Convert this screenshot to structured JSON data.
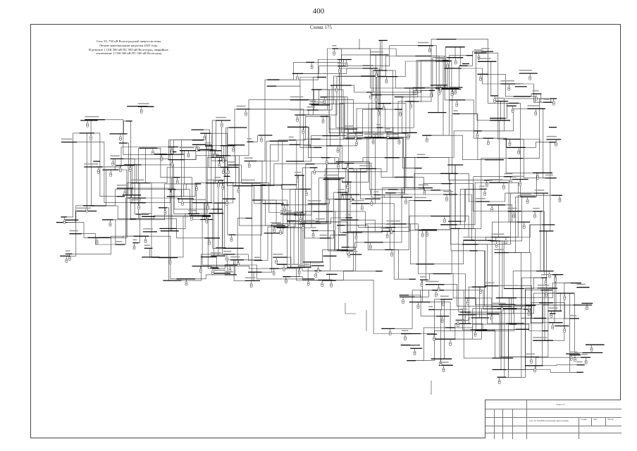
{
  "page": {
    "number": "400"
  },
  "scheme": {
    "title": "Схема 175"
  },
  "caption": {
    "lines": [
      "Сеть 35–750 кВ Волгоградской энергосистемы",
      "Летние максимальные нагрузки 2023 года.",
      "В ремонте 1 СШ 500 кВ ПС 500 кВ Волгоград, аварийное",
      "отключение 2 СШ 500 кВ ПС 500 кВ Волгоград"
    ]
  },
  "title_block": {
    "sheet_label": "Схема 175",
    "doc_title": "Сеть 35–750 кВ Волгоградской энергосистемы",
    "stage_label": "Стадия",
    "sheet_label_short": "Лист",
    "sheets_label": "Листов"
  }
}
